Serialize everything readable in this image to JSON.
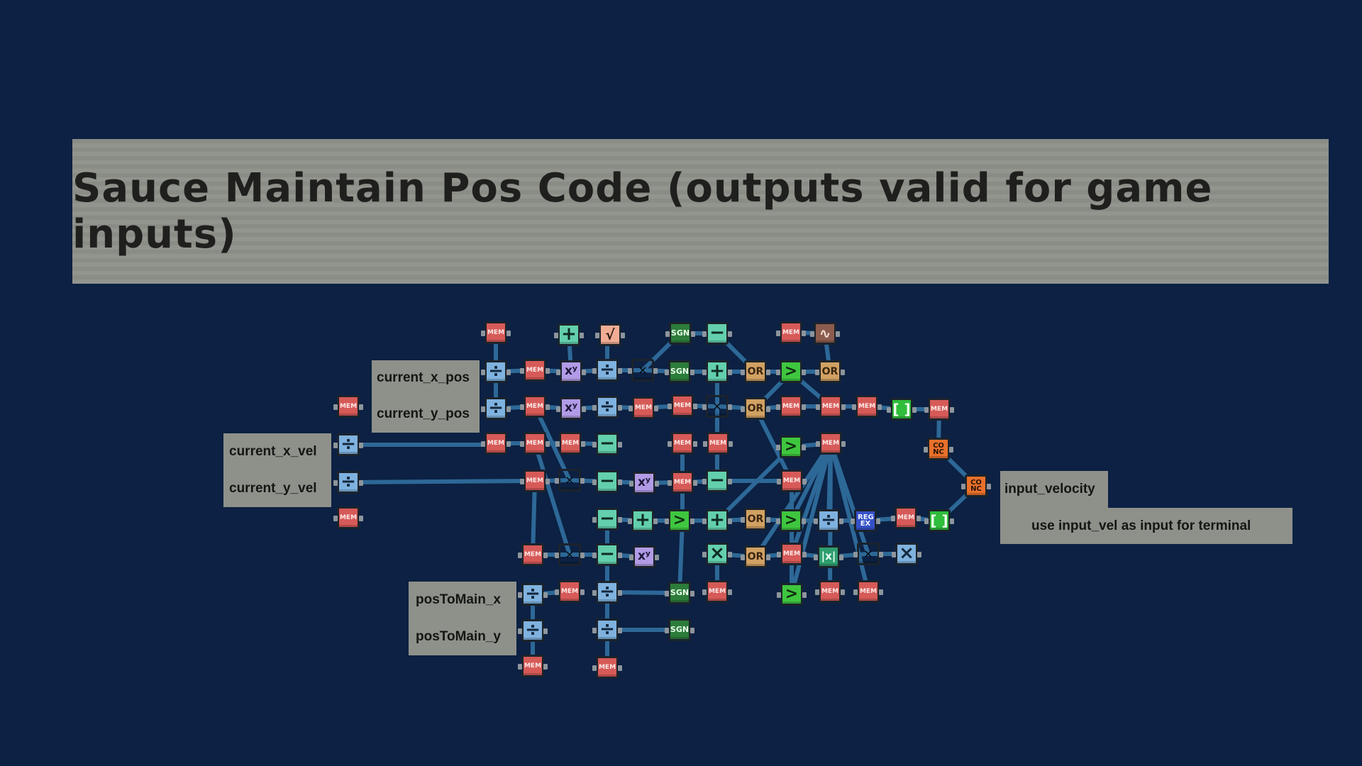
{
  "title": "Sauce Maintain Pos Code (outputs valid for game inputs)",
  "labels": {
    "current_x_pos": "current_x_pos",
    "current_y_pos": "current_y_pos",
    "current_x_vel": "current_x_vel",
    "current_y_vel": "current_y_vel",
    "posToMain_x": "posToMain_x",
    "posToMain_y": "posToMain_y",
    "input_velocity": "input_velocity",
    "note": "use input_vel as input for terminal"
  },
  "glyphs": {
    "mem": "MEM",
    "div": "÷",
    "mul": "×",
    "add": "+",
    "sub": "−",
    "pow": "xʸ",
    "sgn": "SGN",
    "or": "OR",
    "gt": ">",
    "sqrt": "√",
    "sin": "∿",
    "brk": "[ ]",
    "conc": "CO NC",
    "regex": "REG EX",
    "abs": "|x|"
  },
  "colors": {
    "background": "#0c2143",
    "panel": "#8e918a",
    "wire": "#2d6897"
  }
}
